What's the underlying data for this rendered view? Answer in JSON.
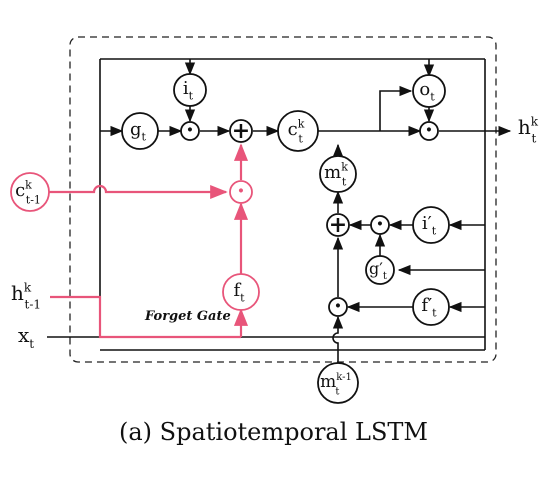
{
  "colors": {
    "line": "#111111",
    "highlight": "#e8557a",
    "node_fill": "#ffffff",
    "dash": "#222222"
  },
  "diagram": {
    "caption": "(a) Spatiotemporal LSTM",
    "annotation": "Forget Gate",
    "nodes": {
      "i_t": {
        "base": "i",
        "sub": "t"
      },
      "g_t": {
        "base": "g",
        "sub": "t"
      },
      "c_t_k": {
        "base": "c",
        "sup": "k",
        "sub": "t"
      },
      "o_t": {
        "base": "o",
        "sub": "t"
      },
      "f_t": {
        "base": "f",
        "sub": "t"
      },
      "m_t_k": {
        "base": "m",
        "sup": "k",
        "sub": "t"
      },
      "i_prime_t": {
        "base": "i′",
        "sub": "t"
      },
      "g_prime_t": {
        "base": "g′",
        "sub": "t"
      },
      "f_prime_t": {
        "base": "f′",
        "sub": "t"
      },
      "c_t1_k": {
        "base": "c",
        "sup": "k",
        "sub": "t-1"
      },
      "m_t_k1": {
        "base": "m",
        "sup": "k-1",
        "sub": "t"
      }
    },
    "ops": {
      "plus": "+",
      "dot": "·"
    },
    "labels": {
      "h_t_k": {
        "base": "h",
        "sup": "k",
        "sub": "t"
      },
      "h_t1_k": {
        "base": "h",
        "sup": "k",
        "sub": "t-1"
      },
      "x_t": {
        "base": "x",
        "sub": "t"
      }
    }
  }
}
